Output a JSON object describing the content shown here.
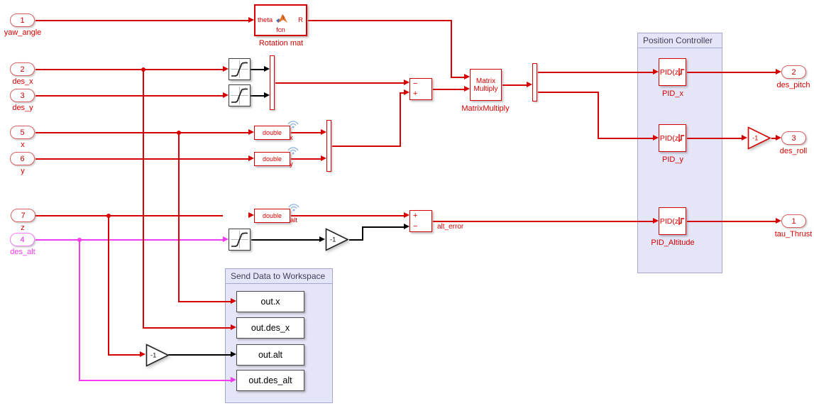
{
  "model": {
    "inports": [
      {
        "num": "1",
        "label": "yaw_angle"
      },
      {
        "num": "2",
        "label": "des_x"
      },
      {
        "num": "3",
        "label": "des_y"
      },
      {
        "num": "5",
        "label": "x"
      },
      {
        "num": "6",
        "label": "y"
      },
      {
        "num": "7",
        "label": "z"
      },
      {
        "num": "4",
        "label": "des_alt"
      }
    ],
    "outports": [
      {
        "num": "2",
        "label": "des_pitch"
      },
      {
        "num": "3",
        "label": "des_roll"
      },
      {
        "num": "1",
        "label": "tau_Thrust"
      }
    ],
    "function_block": {
      "input": "theta",
      "output": "R",
      "body": "fcn",
      "name": "Rotation mat"
    },
    "matrix_multiply": {
      "text_line1": "Matrix",
      "text_line2": "Multiply",
      "name": "MatrixMultiply"
    },
    "sums": {
      "xy": {
        "top": "−",
        "bottom": "+"
      },
      "alt": {
        "top": "+",
        "bottom": "−"
      }
    },
    "conversions": [
      {
        "text": "double",
        "signal": "x"
      },
      {
        "text": "double",
        "signal": "y"
      },
      {
        "text": "double",
        "signal": "alt"
      }
    ],
    "gains": {
      "to_alt_error": "-1",
      "to_out_alt": "-1",
      "to_des_roll": "-1"
    },
    "pids": [
      {
        "text": "PID(z",
        "name": "PID_x"
      },
      {
        "text": "PID(z",
        "name": "PID_y"
      },
      {
        "text": "PID(z",
        "name": "PID_Altitude"
      }
    ],
    "workspace_blocks": [
      "out.x",
      "out.des_x",
      "out.alt",
      "out.des_alt"
    ],
    "regions": {
      "position_controller": "Position Controller",
      "send_data": "Send Data to Workspace"
    },
    "signal_labels": {
      "alt_error": "alt_error"
    },
    "colors": {
      "signal_red": "#D60000",
      "signal_magenta": "#F23CF2",
      "signal_black": "#000000",
      "region_fill": "#E5E5F8",
      "region_border": "#A6A6CE",
      "logging_badge_blue": "#8FB2DE"
    },
    "icons": [
      "matlab-function-icon",
      "saturation-icon",
      "signal-logging-icon",
      "discrete-pid-step-icon"
    ]
  }
}
